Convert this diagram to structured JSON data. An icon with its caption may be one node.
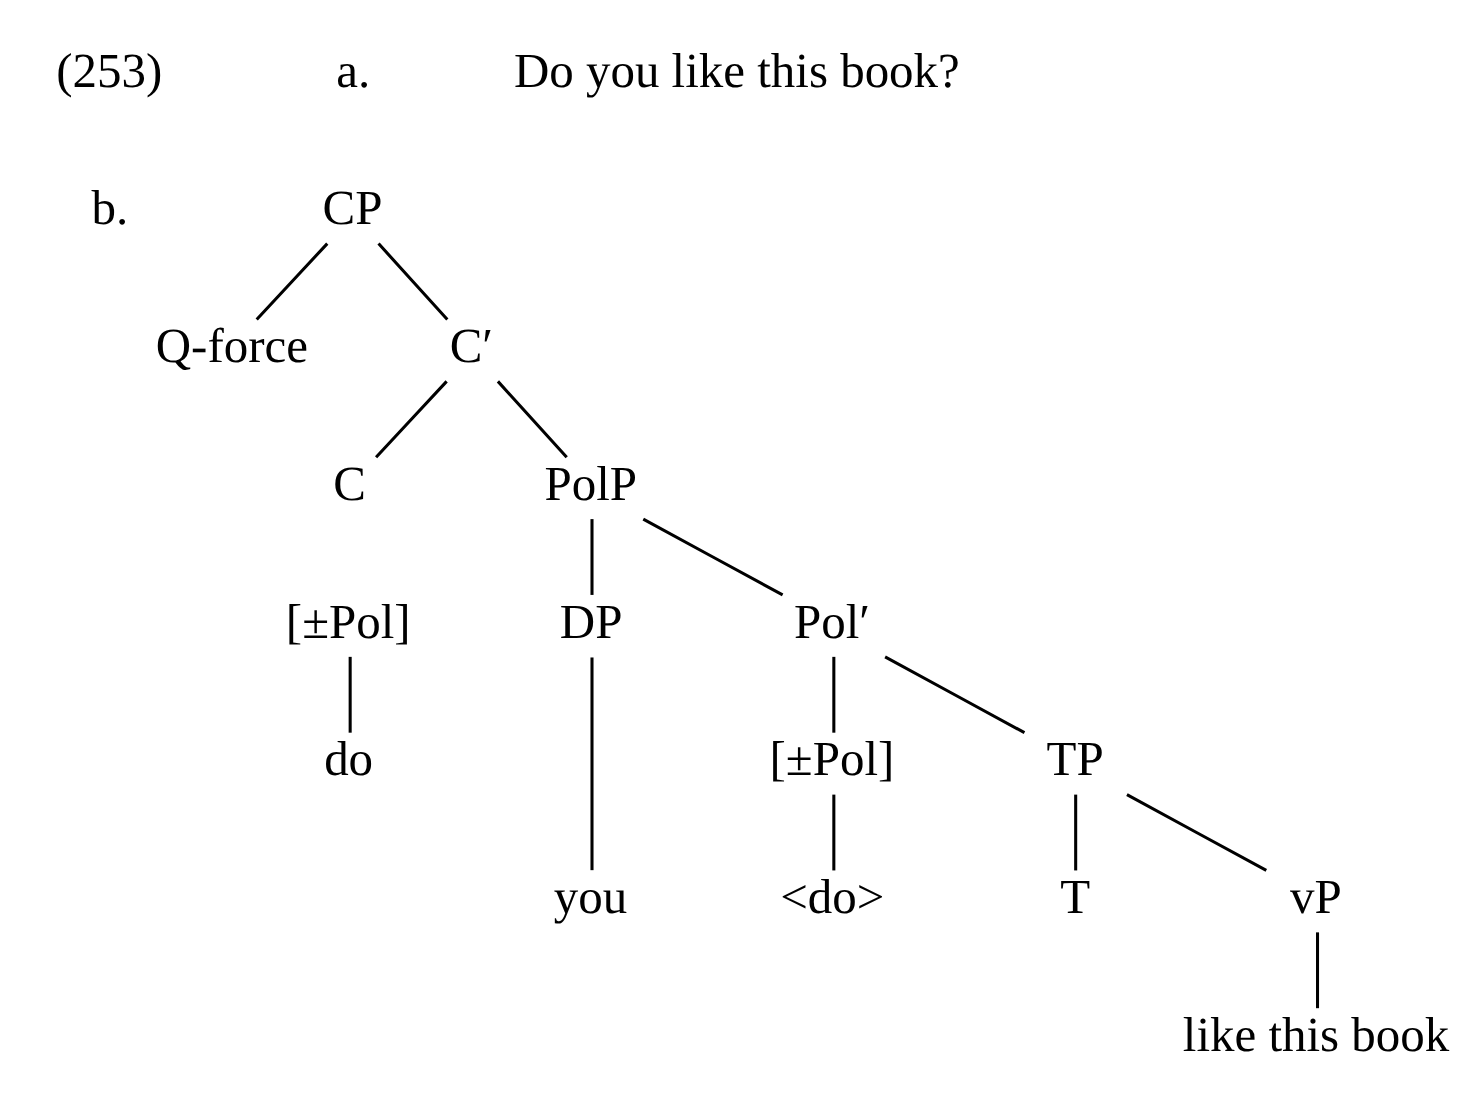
{
  "diagram": {
    "nodes": [
      {
        "text": [
          "CP"
        ]
      },
      {
        "text": [
          "Q-force"
        ]
      },
      {
        "text": [
          "C′"
        ]
      },
      {
        "text": [
          "C"
        ]
      },
      {
        "text": [
          "PolP"
        ]
      },
      {
        "text": [
          "[±Pol]"
        ]
      },
      {
        "text": [
          "do"
        ]
      },
      {
        "text": [
          "DP"
        ]
      },
      {
        "text": [
          "you"
        ]
      },
      {
        "text": [
          "Pol′"
        ]
      },
      {
        "text": [
          "[±Pol]"
        ]
      },
      {
        "text": [
          "<do>"
        ]
      },
      {
        "text": [
          "TP"
        ]
      },
      {
        "text": [
          "T"
        ]
      },
      {
        "text": [
          "vP"
        ]
      },
      {
        "text": [
          "like this book"
        ]
      }
    ],
    "edges": [
      {
        "from": 0,
        "to": 1,
        "arrow": "none"
      },
      {
        "from": 0,
        "to": 2,
        "arrow": "none"
      },
      {
        "from": 2,
        "to": 3,
        "arrow": "none"
      },
      {
        "from": 2,
        "to": 4,
        "arrow": "none"
      },
      {
        "from": 5,
        "to": 6,
        "arrow": "none"
      },
      {
        "from": 4,
        "to": 7,
        "arrow": "none"
      },
      {
        "from": 4,
        "to": 9,
        "arrow": "none"
      },
      {
        "from": 7,
        "to": 8,
        "arrow": "none"
      },
      {
        "from": 9,
        "to": 10,
        "arrow": "none"
      },
      {
        "from": 9,
        "to": 12,
        "arrow": "none"
      },
      {
        "from": 10,
        "to": 11,
        "arrow": "none"
      },
      {
        "from": 12,
        "to": 13,
        "arrow": "none"
      },
      {
        "from": 12,
        "to": 14,
        "arrow": "none"
      },
      {
        "from": 14,
        "to": 15,
        "arrow": "none"
      }
    ],
    "labels": [
      "(253)",
      "a.",
      "Do you like this book?",
      "b."
    ]
  }
}
